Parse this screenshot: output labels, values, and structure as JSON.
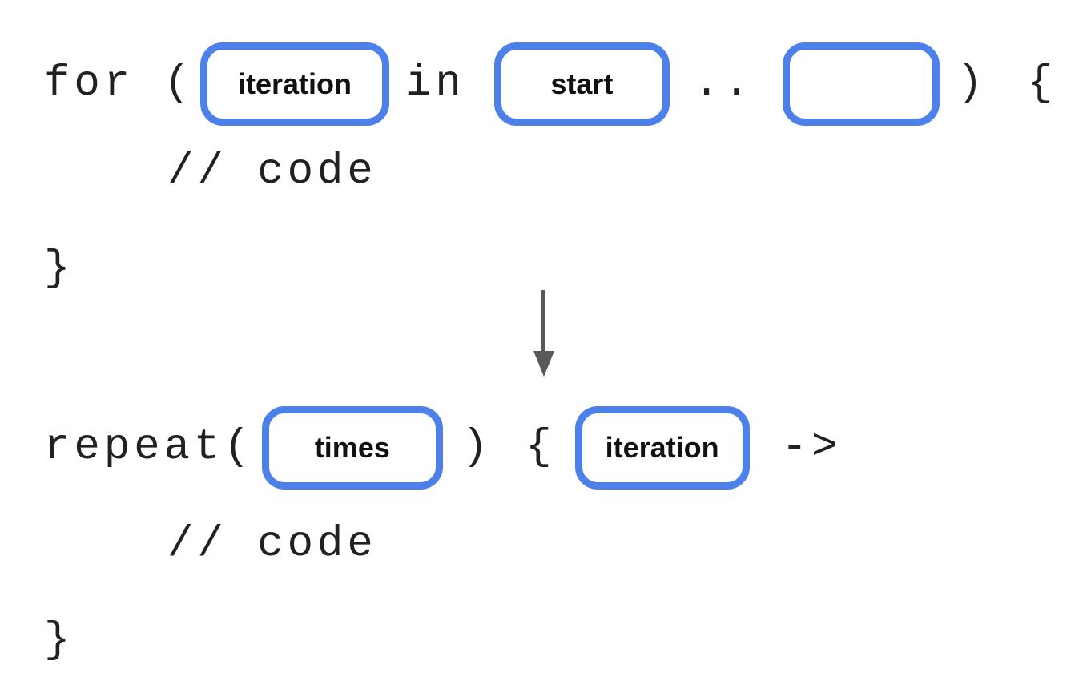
{
  "diagram_type": "code-transformation",
  "colors": {
    "pill_border": "#4e80ea",
    "pill_background": "#ffffff",
    "pill_text": "#111111",
    "code_text": "#212121",
    "arrow": "#595959",
    "background": "#ffffff"
  },
  "before_block": {
    "keyword": "for (",
    "pill_iteration": "iteration",
    "operator_in": "in",
    "pill_start": "start",
    "range_operator": "..",
    "close_paren": ")",
    "open_brace": "{",
    "comment": "// code",
    "closing_brace": "}"
  },
  "arrow": {
    "direction": "down"
  },
  "after_block": {
    "keyword": "repeat(",
    "pill_times": "times",
    "close_paren": ")",
    "open_brace": "{",
    "pill_iteration": "iteration",
    "lambda_arrow": "->",
    "comment": "// code",
    "closing_brace": "}"
  }
}
